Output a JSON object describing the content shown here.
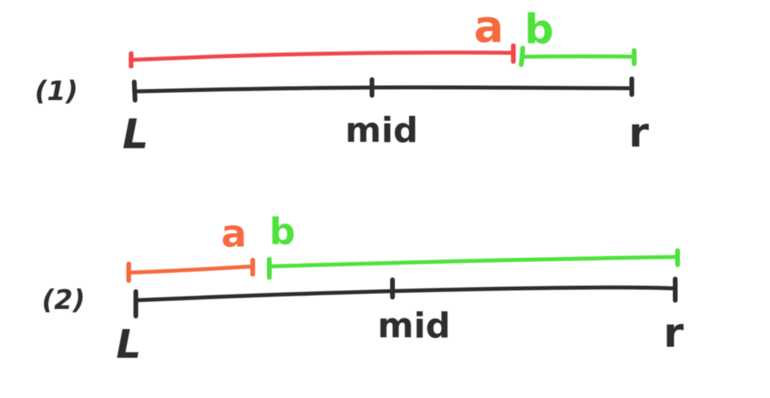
{
  "colors": {
    "ink": "#2d2d2d",
    "red": "#f0474c",
    "orange": "#f56a3f",
    "green": "#4fe23c"
  },
  "diagram_1": {
    "label": "(1)",
    "left_label": "L",
    "mid_label": "mid",
    "right_label": "r",
    "segment_a_label": "a",
    "segment_b_label": "b"
  },
  "diagram_2": {
    "label": "(2)",
    "left_label": "L",
    "mid_label": "mid",
    "right_label": "r",
    "segment_a_label": "a",
    "segment_b_label": "b"
  }
}
